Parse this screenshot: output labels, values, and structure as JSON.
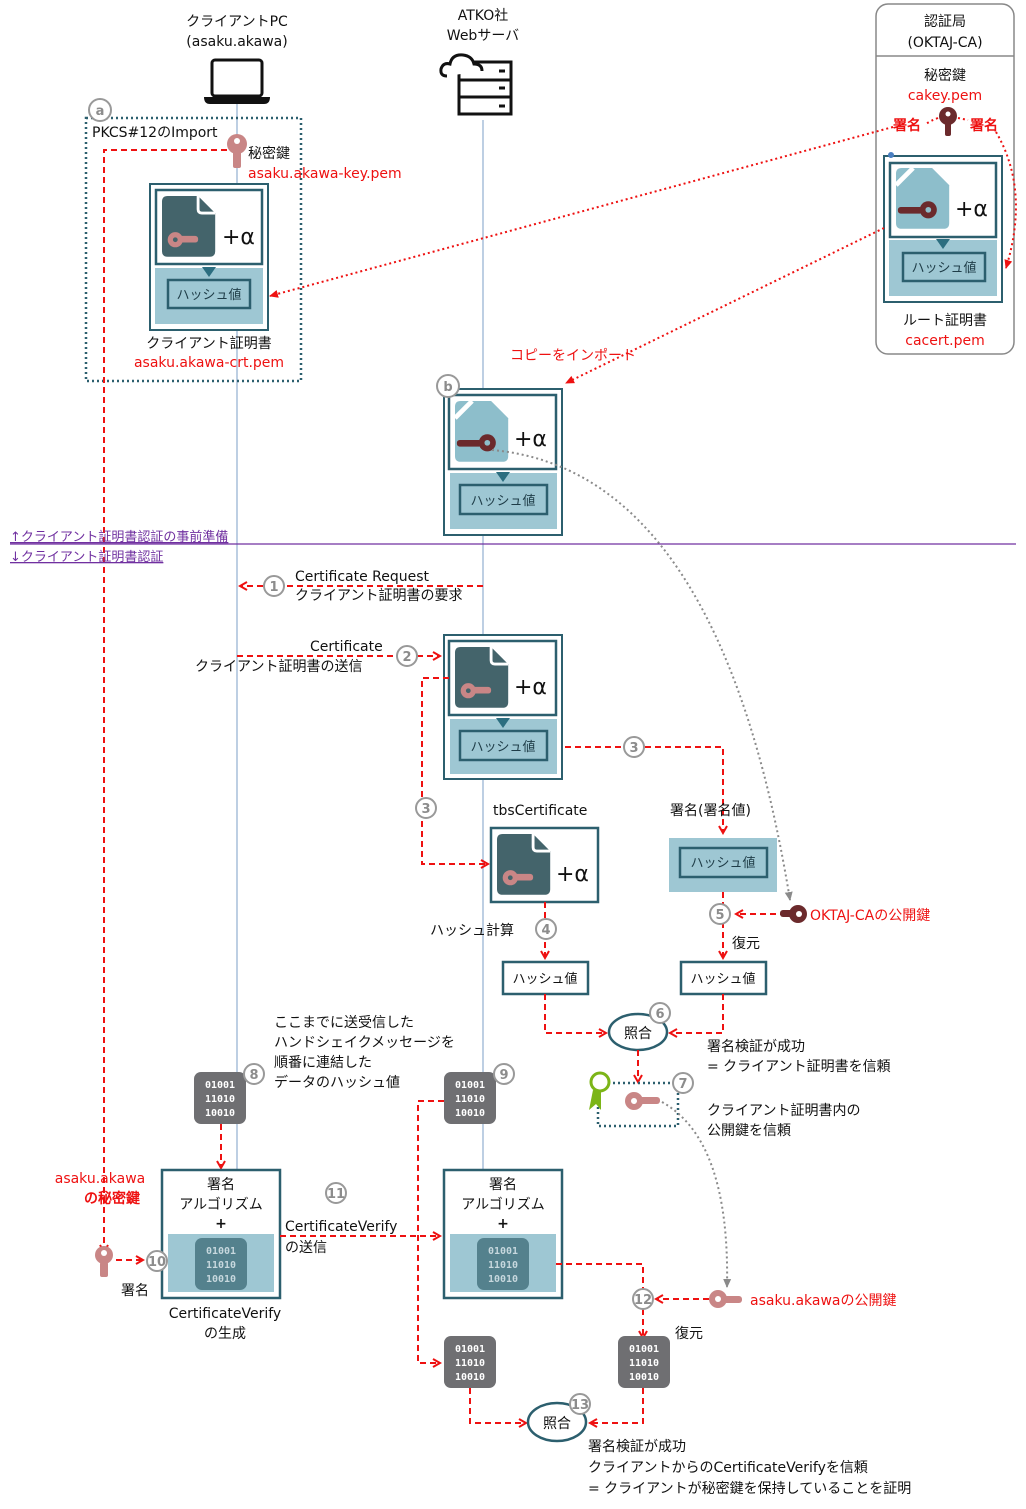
{
  "actors": {
    "client": {
      "line1": "クライアントPC",
      "line2": "(asaku.akawa)"
    },
    "server": {
      "line1": "ATKO社",
      "line2": "Webサーバ"
    },
    "ca": {
      "line1": "認証局",
      "line2": "(OKTAJ-CA)",
      "key_label": "秘密鍵",
      "key_file": "cakey.pem",
      "sign_left": "署名",
      "sign_right": "署名",
      "cert_label": "ルート証明書",
      "cert_file": "cacert.pem"
    }
  },
  "prep": {
    "a_badge": "a",
    "a_title": "PKCS#12のImport",
    "private_key_label": "秘密鍵",
    "private_key_file": "asaku.akawa-key.pem",
    "client_cert_label": "クライアント証明書",
    "client_cert_file": "asaku.akawa-crt.pem",
    "b_badge": "b",
    "copy_import": "コピーをインポート"
  },
  "cert": {
    "alpha": "+α",
    "hash": "ハッシュ値"
  },
  "divider": {
    "above": "↑クライアント証明書認証の事前準備",
    "below": "↓クライアント証明書認証",
    "color": "#7030a0"
  },
  "steps": {
    "s1": {
      "num": "1",
      "line1": "Certificate Request",
      "line2": "クライアント証明書の要求"
    },
    "s2": {
      "num": "2",
      "line1": "Certificate",
      "line2": "クライアント証明書の送信"
    },
    "s3a": {
      "num": "3"
    },
    "s3b": {
      "num": "3"
    },
    "tbs": "tbsCertificate",
    "sigval": "署名(署名値)",
    "s4": {
      "num": "4",
      "label": "ハッシュ計算"
    },
    "s5": {
      "num": "5",
      "label": "復元",
      "key": "OKTAJ-CAの公開鍵"
    },
    "s6": {
      "num": "6",
      "match": "照合",
      "result1": "署名検証が成功",
      "result2": "= クライアント証明書を信頼"
    },
    "s7": {
      "num": "7",
      "line1": "クライアント証明書内の",
      "line2": "公開鍵を信頼"
    },
    "handshake": {
      "l1": "ここまでに送受信した",
      "l2": "ハンドシェイクメッセージを",
      "l3": "順番に連結した",
      "l4": "データのハッシュ値"
    },
    "s8": {
      "num": "8"
    },
    "s9": {
      "num": "9"
    },
    "s10": {
      "num": "10",
      "label": "署名",
      "key1": "asaku.akawa",
      "key2": "の秘密鍵"
    },
    "algo": {
      "l1": "署名",
      "l2": "アルゴリズム",
      "plus": "+"
    },
    "gen": {
      "l1": "CertificateVerify",
      "l2": "の生成"
    },
    "s11": {
      "num": "11",
      "l1": "CertificateVerify",
      "l2": "の送信"
    },
    "s12": {
      "num": "12",
      "label": "復元",
      "key": "asaku.akawaの公開鍵"
    },
    "s13": {
      "num": "13",
      "match": "照合",
      "r1": "署名検証が成功",
      "r2": "クライアントからのCertificateVerifyを信頼",
      "r3": "= クライアントが秘密鍵を保持していることを証明"
    }
  },
  "binary": [
    "01001",
    "11010",
    "10010"
  ],
  "colors": {
    "red": "#ee1111",
    "teal_dark": "#2c5f6e",
    "teal_light": "#9ec7d3",
    "doc_dark": "#44646b",
    "key_pink": "#c98686",
    "key_maroon": "#6b2a2c",
    "gray_box": "#6f6f72"
  }
}
